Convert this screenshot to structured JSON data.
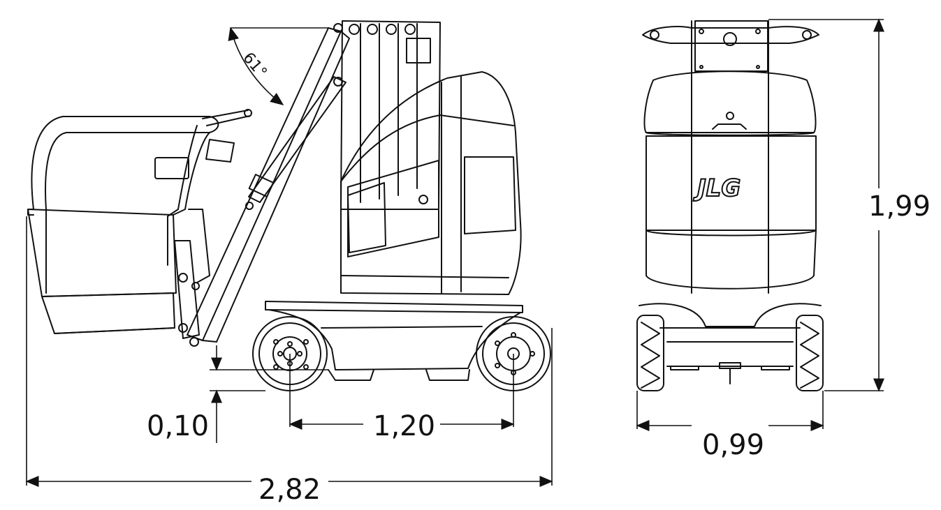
{
  "brand": {
    "logo": "JLG"
  },
  "side_view": {
    "boom_angle": "61°",
    "dimensions": {
      "ground_clearance": "0,10",
      "wheelbase": "1,20",
      "overall_length": "2,82"
    }
  },
  "rear_view": {
    "dimensions": {
      "stowed_height": "1,99",
      "overall_width": "0,99"
    }
  }
}
